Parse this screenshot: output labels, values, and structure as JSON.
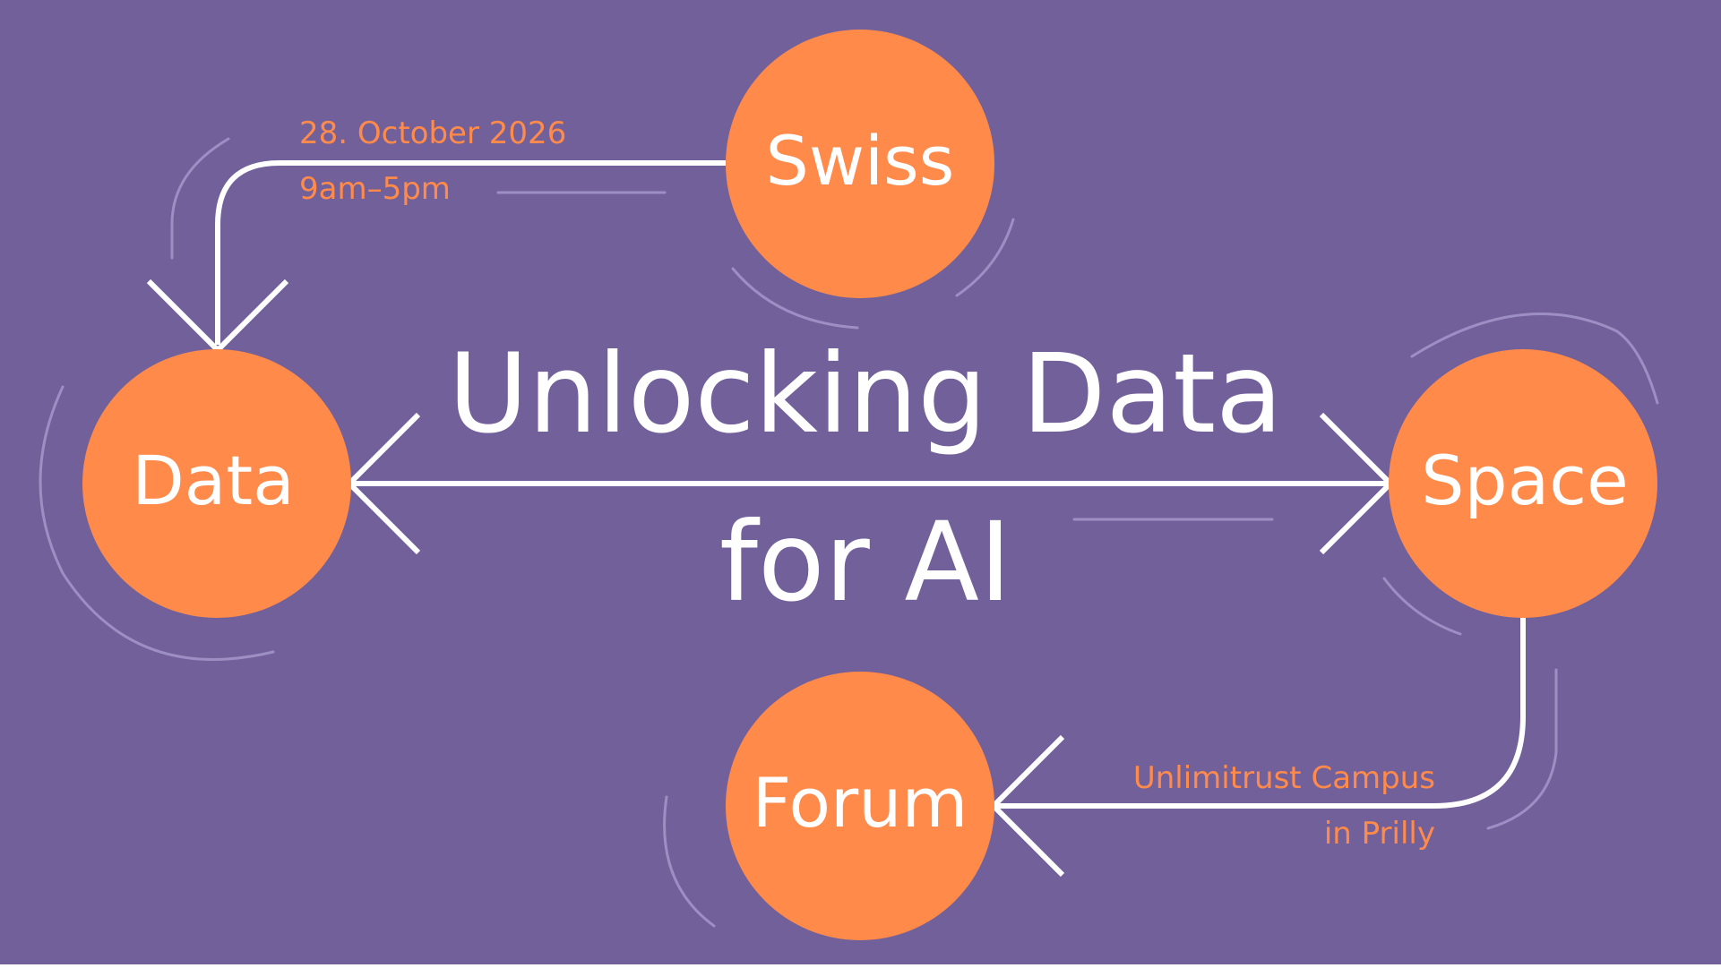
{
  "colors": {
    "background": "#72609b",
    "accent": "#ff8a4a",
    "line": "#ffffff",
    "faint_line": "#9d8fc4",
    "bottom_band": "#ffffff"
  },
  "nodes": {
    "swiss": "Swiss",
    "data": "Data",
    "space": "Space",
    "forum": "Forum"
  },
  "title": {
    "line1": "Unlocking Data",
    "line2": "for AI"
  },
  "event": {
    "date": "28. October 2026",
    "time": "9am–5pm",
    "venue_line1": "Unlimitrust Campus",
    "venue_line2": "in Prilly"
  }
}
